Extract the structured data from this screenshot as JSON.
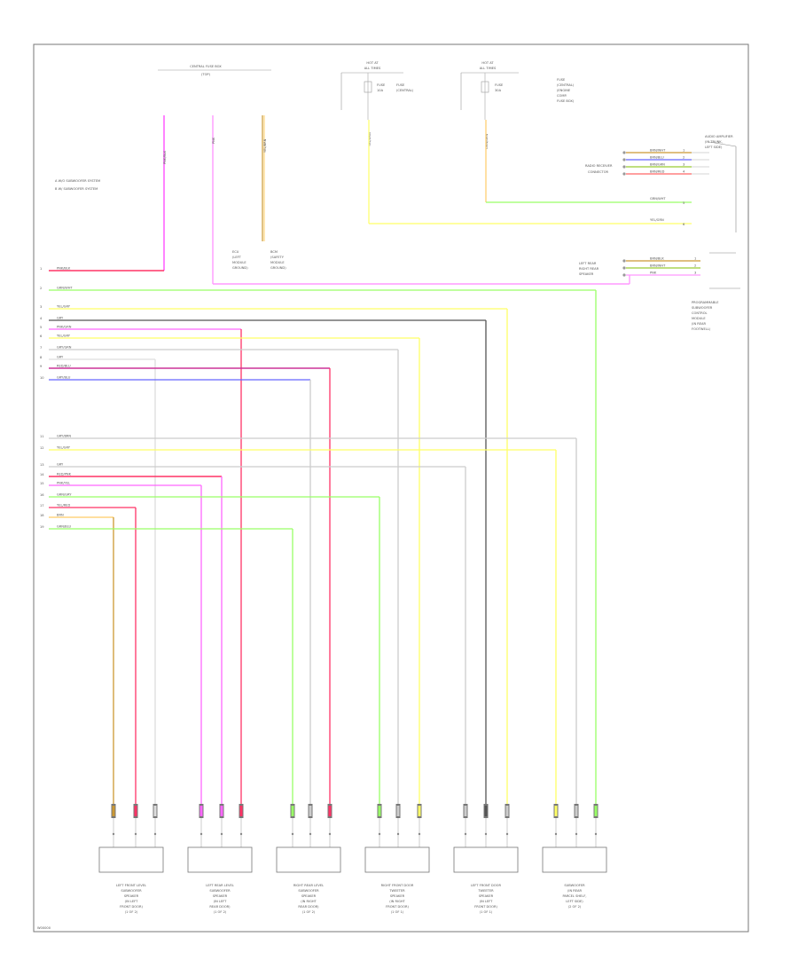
{
  "diagram": {
    "footer_code": "W00000",
    "top_center_label": [
      "CENTRAL FUSE BOX",
      "(TOP)"
    ],
    "left_legend": [
      "A  W/O SUBWOOFER SYSTEM",
      "B  W/ SUBWOOFER SYSTEM"
    ],
    "fuse1": {
      "header": [
        "HOT AT",
        "ALL TIMES"
      ],
      "fuse_text": [
        "FUSE",
        "10A"
      ],
      "side_text": [
        "FUSE",
        "(CENTRAL)"
      ],
      "wire_label": "YEL/GRN"
    },
    "fuse2": {
      "header": [
        "HOT AT",
        "ALL TIMES"
      ],
      "fuse_text": [
        "FUSE",
        "30A"
      ],
      "side_text": [
        "FUSE",
        "(CENTRAL)",
        "(ENGINE",
        "COMP.",
        "FUSE BOX)"
      ],
      "wire_label": "ORN/GRN"
    },
    "top_wires": [
      {
        "label": "PNK/BLK"
      },
      {
        "label": "PNK"
      },
      {
        "label": "YEL/BRN"
      }
    ],
    "splice_labels": [
      [
        "ECU",
        "(LEFT",
        "MODULE",
        "GROUND)"
      ],
      [
        "BCM",
        "(SAFETY",
        "MODULE",
        "GROUND)"
      ]
    ],
    "right_top_box": [
      "AUDIO AMPLIFIER",
      "(IN TRUNK,",
      "LEFT SIDE)"
    ],
    "right_top_pins": [
      {
        "num": "1",
        "label": "BRN/WHT"
      },
      {
        "num": "2",
        "label": "BRN/BLU"
      },
      {
        "num": "3",
        "label": "BRN/GRN"
      },
      {
        "num": "4",
        "label": "BRN/RED"
      }
    ],
    "right_top_side_labels": [
      "RADIO RECEIVER",
      "CONNECTOR"
    ],
    "right_top_grounds": [
      {
        "num": "5",
        "label": "GRN/WHT"
      },
      {
        "num": "6",
        "label": "YEL/GRN"
      }
    ],
    "right_mid_pins": [
      {
        "num": "1",
        "label": "BRN/BLK"
      },
      {
        "num": "2",
        "label": "BRN/WHT"
      },
      {
        "num": "3",
        "label": "PNK"
      }
    ],
    "right_mid_side_labels": [
      "LEFT REAR",
      "RIGHT REAR",
      "SPEAKER"
    ],
    "right_mid_box": [
      "PROGRAMMABLE",
      "SUBWOOFER",
      "CONTROL",
      "MODULE",
      "(IN REAR",
      "FOOTWELL)"
    ],
    "left_wires_top": [
      {
        "num": "1",
        "label": "PNK/BLK"
      },
      {
        "num": "2",
        "label": "GRN/WHT"
      },
      {
        "num": "3",
        "label": "YEL/GRY"
      },
      {
        "num": "4",
        "label": "GRY"
      },
      {
        "num": "5",
        "label": "PNK/GRN"
      },
      {
        "num": "6",
        "label": "YEL/GRY"
      },
      {
        "num": "7",
        "label": "GRY/GRN"
      },
      {
        "num": "8",
        "label": "GRY"
      },
      {
        "num": "9",
        "label": "RED/BLU"
      },
      {
        "num": "10",
        "label": "GRY/BLU"
      }
    ],
    "left_wires_bottom": [
      {
        "num": "11",
        "label": "GRY/BRN"
      },
      {
        "num": "12",
        "label": "YEL/GRY"
      },
      {
        "num": "13",
        "label": "GRY"
      },
      {
        "num": "14",
        "label": "RED/PNK"
      },
      {
        "num": "15",
        "label": "PNK/YEL"
      },
      {
        "num": "16",
        "label": "GRN/GRY"
      },
      {
        "num": "17",
        "label": "YEL/RED"
      },
      {
        "num": "18",
        "label": "BRN"
      },
      {
        "num": "19",
        "label": "GRN/BLU"
      }
    ],
    "speakers": [
      {
        "label": [
          "LEFT FRONT LEVEL",
          "SUBWOOFER",
          "SPEAKER",
          "(IN LEFT",
          "FRONT DOOR)"
        ],
        "code": "(1 OF 2)"
      },
      {
        "label": [
          "LEFT REAR LEVEL",
          "SUBWOOFER",
          "SPEAKER",
          "(IN LEFT",
          "REAR DOOR)"
        ],
        "code": "(1 OF 2)"
      },
      {
        "label": [
          "RIGHT REAR LEVEL",
          "SUBWOOFER",
          "SPEAKER",
          "(IN RIGHT",
          "REAR DOOR)"
        ],
        "code": "(1 OF 2)"
      },
      {
        "label": [
          "RIGHT FRONT DOOR",
          "TWEETER",
          "SPEAKER",
          "(IN RIGHT",
          "FRONT DOOR)"
        ],
        "code": "(1 OF 1)"
      },
      {
        "label": [
          "LEFT FRONT DOOR",
          "TWEETER",
          "SPEAKER",
          "(IN LEFT",
          "FRONT DOOR)"
        ],
        "code": "(1 OF 1)"
      },
      {
        "label": [
          "SUBWOOFER",
          "(IN REAR",
          "PARCEL SHELF,",
          "LEFT SIDE)"
        ],
        "code": "(2 OF 2)"
      }
    ]
  },
  "colors": {
    "frame": "#666666",
    "pink": "#ff66ff",
    "red": "#ff3366",
    "magenta": "#cc3399",
    "yellow": "#ffff33",
    "green": "#99ff66",
    "lime": "#ccff66",
    "orange": "#ffcc66",
    "gray": "#999999",
    "lightgray": "#cccccc",
    "blue": "#6666ff",
    "black": "#444444",
    "olive": "#cc9933"
  }
}
